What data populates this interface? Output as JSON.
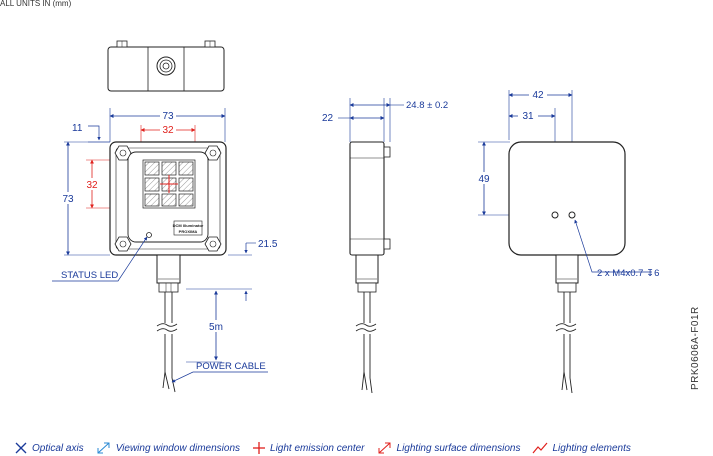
{
  "header": {
    "units_note": "ALL UNITS IN (mm)"
  },
  "front_view": {
    "dim_width": "73",
    "dim_left_offset": "11",
    "dim_window_width": "32",
    "dim_window_height": "32",
    "dim_height": "73",
    "dim_stem": "21.5",
    "dim_cable": "5m",
    "label_line1": "DCM Illuminator",
    "label_line2": "PROXIMA",
    "status_led": "STATUS LED",
    "power_cable": "POWER CABLE"
  },
  "side_view": {
    "dim_depth": "22",
    "dim_depth_total": "24.8 ± 0.2"
  },
  "back_view": {
    "dim_hole_x2": "42",
    "dim_hole_x1": "31",
    "dim_hole_y": "49",
    "hole_callout": "2 x M4x0.7 ↧6"
  },
  "legend": [
    {
      "icon": "optical-axis-icon",
      "label": "Optical axis"
    },
    {
      "icon": "viewing-window-icon",
      "label": "Viewing window dimensions"
    },
    {
      "icon": "light-center-icon",
      "label": "Light emission center"
    },
    {
      "icon": "lighting-surface-icon",
      "label": "Lighting surface dimensions"
    },
    {
      "icon": "lighting-elements-icon",
      "label": "Lighting elements"
    }
  ],
  "part_number": "PRK0606A-F01R",
  "colors": {
    "dimension": "#1a3a9a",
    "highlight": "#e0201c",
    "outline": "#222222"
  }
}
